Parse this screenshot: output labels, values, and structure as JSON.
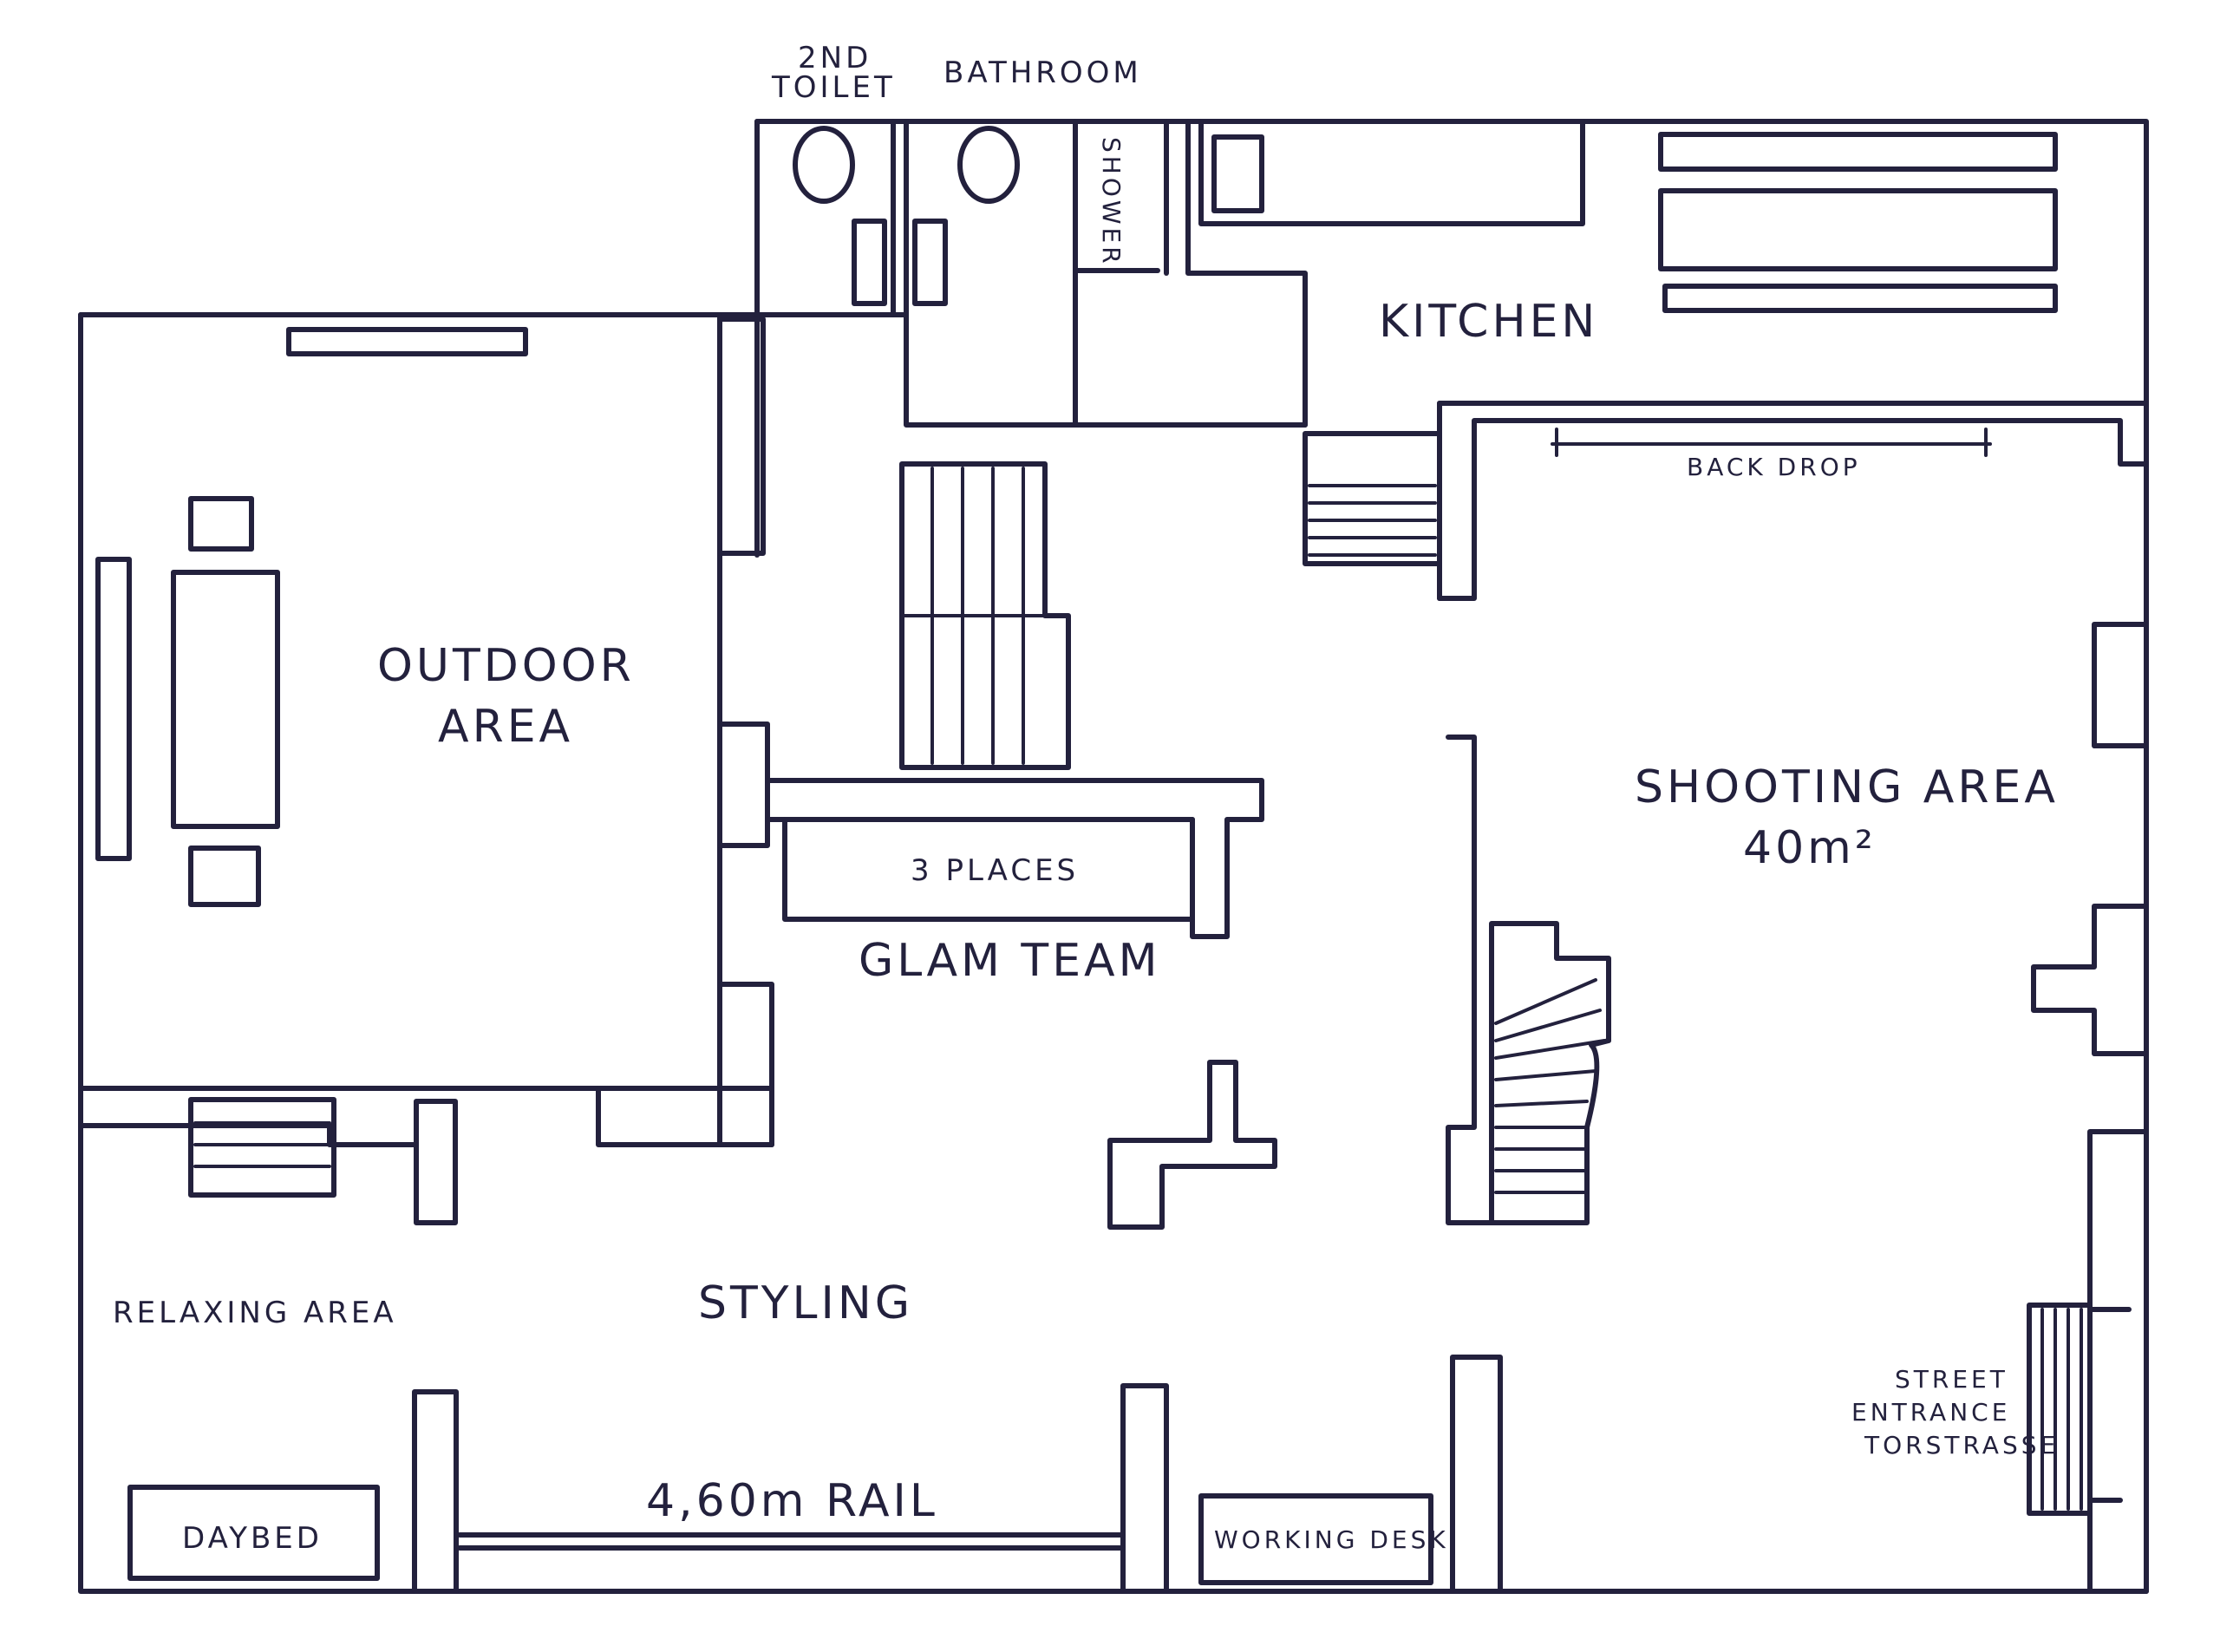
{
  "labels": {
    "second_toilet_line1": "2ND",
    "second_toilet_line2": "TOILET",
    "bathroom": "BATHROOM",
    "shower": "SHOWER",
    "kitchen": "KITCHEN",
    "back_drop": "BACK DROP",
    "outdoor_area_line1": "OUTDOOR",
    "outdoor_area_line2": "AREA",
    "three_places": "3 PLACES",
    "glam_team": "GLAM TEAM",
    "shooting_area_line1": "SHOOTING AREA",
    "shooting_area_line2": "40m²",
    "relaxing_area": "RELAXING AREA",
    "styling": "STYLING",
    "street_entrance_line1": "STREET",
    "street_entrance_line2": "ENTRANCE",
    "street_entrance_line3": "TORSTRASSE",
    "rail": "4,60m RAIL",
    "daybed": "DAYBED",
    "working_desk": "WORKING DESK"
  },
  "colors": {
    "ink": "#23213d",
    "paper": "#ffffff"
  }
}
